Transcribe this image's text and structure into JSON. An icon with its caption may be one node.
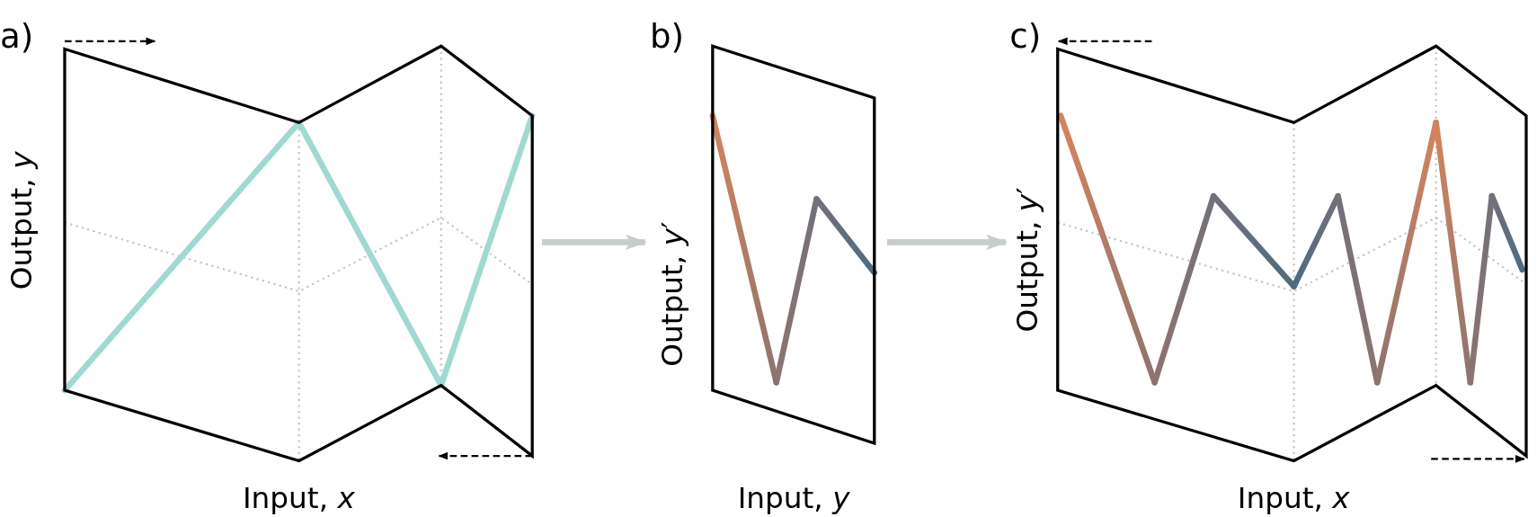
{
  "diagram": {
    "nodes": [
      {
        "text": [
          "a)",
          "Output, *y*",
          "Input, *x*"
        ]
      },
      {
        "text": [
          "b)",
          "Output, *y*′",
          "Input, *y*"
        ]
      },
      {
        "text": [
          "c)",
          "Output, *y*′",
          "Input, *x*"
        ]
      }
    ],
    "edges": [
      {
        "from": 0,
        "to": 1,
        "arrow": "to"
      },
      {
        "from": 1,
        "to": 2,
        "arrow": "to"
      }
    ]
  }
}
